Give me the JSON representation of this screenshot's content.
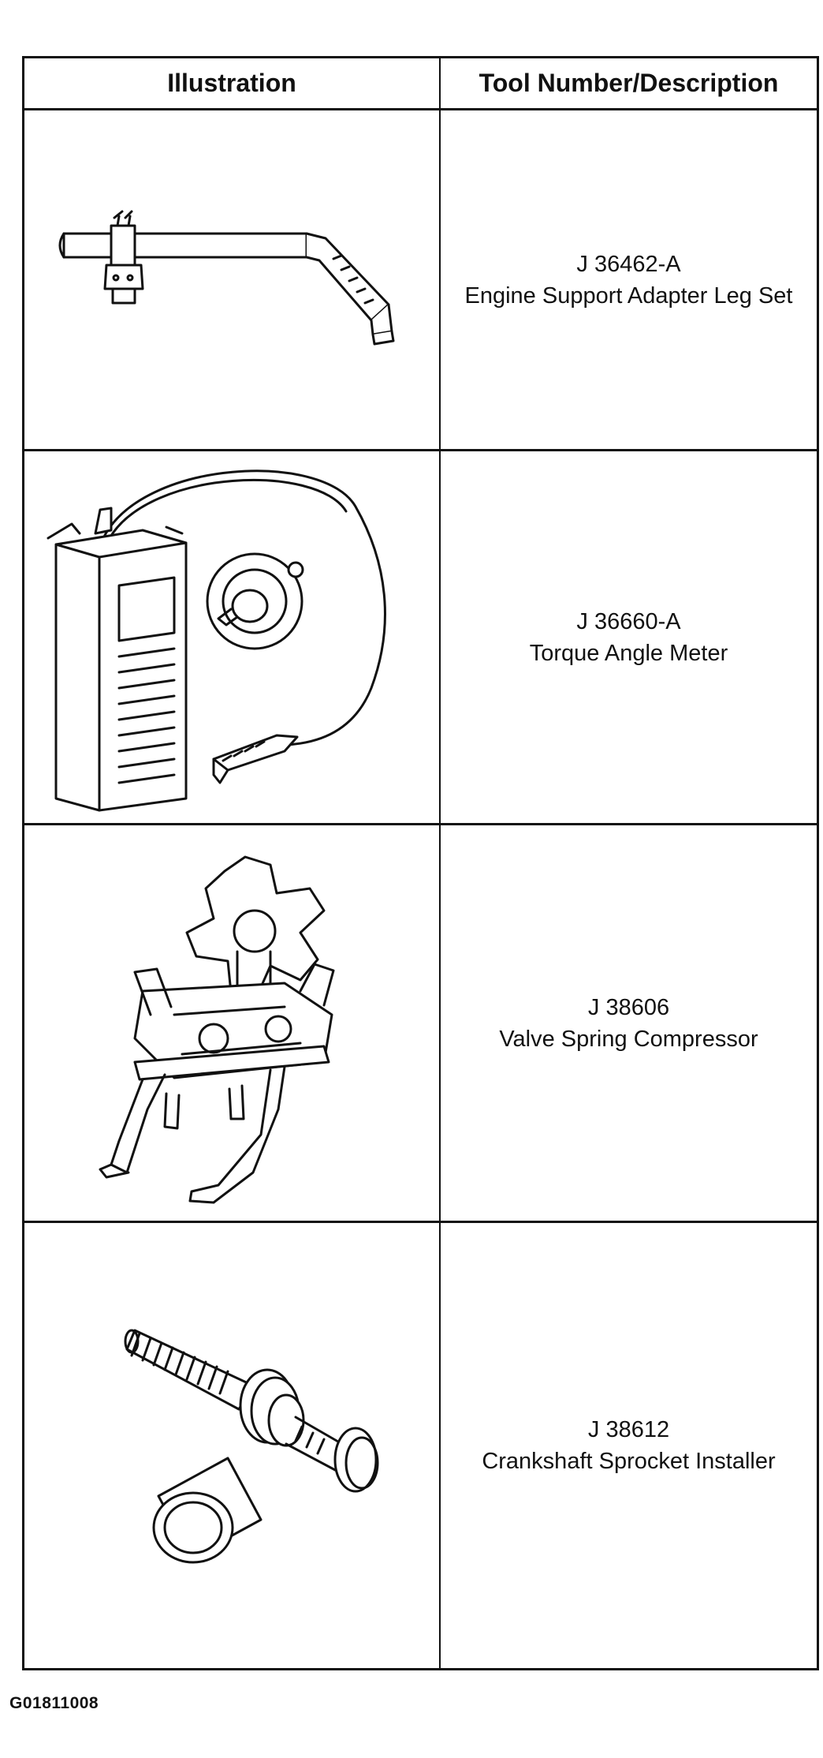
{
  "table": {
    "header": {
      "illustration": "Illustration",
      "tool": "Tool Number/Description"
    },
    "rows": [
      {
        "number": "J 36462-A",
        "description": "Engine Support Adapter Leg Set",
        "icon": "engine-support-adapter-icon"
      },
      {
        "number": "J 36660-A",
        "description": "Torque Angle Meter",
        "icon": "torque-angle-meter-icon"
      },
      {
        "number": "J 38606",
        "description": "Valve Spring Compressor",
        "icon": "valve-spring-compressor-icon"
      },
      {
        "number": "J 38612",
        "description": "Crankshaft Sprocket Installer",
        "icon": "crankshaft-sprocket-installer-icon"
      }
    ]
  },
  "footer": {
    "code": "G01811008"
  }
}
